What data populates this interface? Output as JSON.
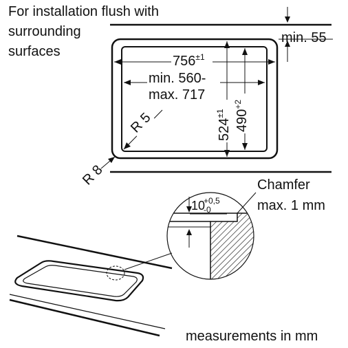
{
  "heading": {
    "line1": "For installation flush with",
    "line2": "surrounding",
    "line3": "surfaces"
  },
  "dimensions": {
    "min_edge_depth": "min. 55",
    "overall_width": "756",
    "overall_width_tol": "±1",
    "cutout_width_min": "min. 560-",
    "cutout_width_max": "max. 717",
    "overall_depth": "524",
    "overall_depth_tol": "±1",
    "cutout_depth": "490",
    "cutout_depth_tol": "+2",
    "inner_radius": "R 5",
    "outer_radius": "R 8"
  },
  "detail": {
    "recess_depth": "10",
    "recess_tol_upper": "+0,5",
    "recess_tol_lower": "-0",
    "chamfer_label": "Chamfer",
    "chamfer_value": "max. 1 mm"
  },
  "footer": {
    "units_note": "measurements in mm"
  }
}
